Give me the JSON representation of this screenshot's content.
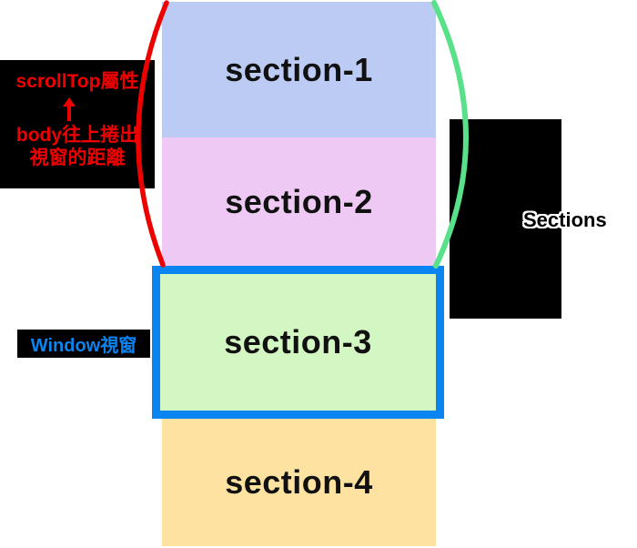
{
  "diagram": {
    "sections": [
      {
        "label": "section-1",
        "color": "#bccbf3"
      },
      {
        "label": "section-2",
        "color": "#edc9f3"
      },
      {
        "label": "section-3",
        "color": "#d3f7c3"
      },
      {
        "label": "section-4",
        "color": "#fde2a2"
      }
    ],
    "scrolltop_note": {
      "line1": "scrollTop屬性",
      "line2": "body往上捲出",
      "line3": "視窗的距離",
      "arrow_icon": "arrow-up"
    },
    "window_label": "Window視窗",
    "right_label": "Sections",
    "colors": {
      "canvas_bg": "#ffffff",
      "annotation_bg": "#000000",
      "annotation_text": "#ee0000",
      "window_border": "#0a84f0",
      "window_label_text": "#0a84f0",
      "bracket_left": "#ec0000",
      "bracket_right": "#58e189",
      "section_label_text": "#111111",
      "right_label_text": "#000000",
      "right_label_outline": "#ffffff"
    }
  }
}
